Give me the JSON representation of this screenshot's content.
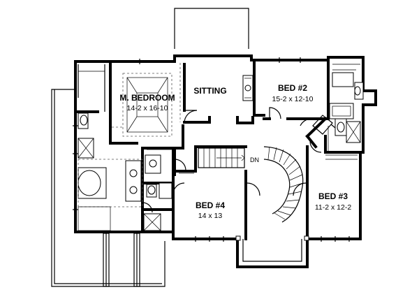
{
  "rooms": {
    "master": {
      "name": "M. BEDROOM",
      "size": "14-2  x  16-10"
    },
    "sitting": {
      "name": "SITTING"
    },
    "bed2": {
      "name": "BED #2",
      "size": "15-2  x  12-10"
    },
    "bed3": {
      "name": "BED #3",
      "size": "11-2  x  12-2"
    },
    "bed4": {
      "name": "BED #4",
      "size": "14  x  13"
    }
  },
  "stair": {
    "label": "DN"
  }
}
